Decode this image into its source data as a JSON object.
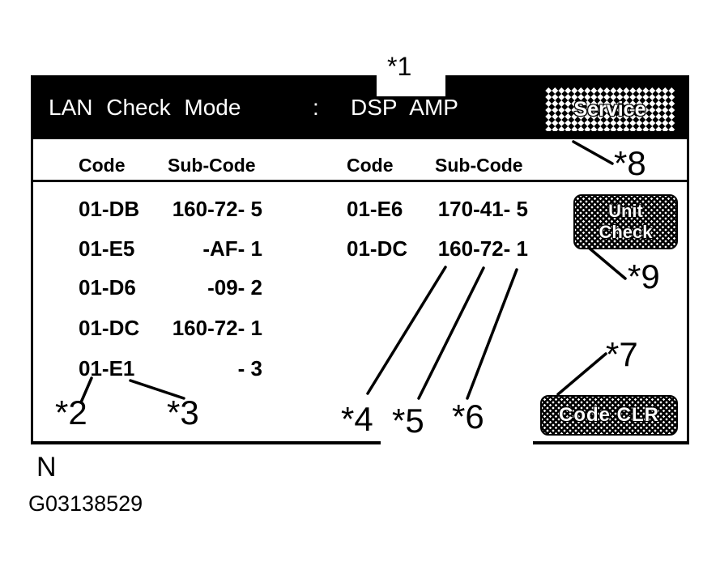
{
  "colors": {
    "bar_bg": "#000000",
    "bar_text": "#ffffff",
    "line_color": "#000000"
  },
  "header": {
    "title": "LAN Check Mode",
    "separator": ":",
    "device": "DSP AMP"
  },
  "columns": {
    "code": "Code",
    "sub_code": "Sub-Code"
  },
  "table": {
    "rows": [
      {
        "l_code": "01-DB",
        "l_sub": "160-72- 5",
        "r_code": "01-E6",
        "r_sub": "170-41- 5"
      },
      {
        "l_code": "01-E5",
        "l_sub": "-AF- 1",
        "r_code": "01-DC",
        "r_sub": "160-72- 1"
      },
      {
        "l_code": "01-D6",
        "l_sub": "-09- 2",
        "r_code": "",
        "r_sub": ""
      },
      {
        "l_code": "01-DC",
        "l_sub": "160-72- 1",
        "r_code": "",
        "r_sub": ""
      },
      {
        "l_code": "01-E1",
        "l_sub": "- 3",
        "r_code": "",
        "r_sub": ""
      }
    ]
  },
  "buttons": {
    "service": "Service",
    "unit_check_line1": "Unit",
    "unit_check_line2": "Check",
    "code_clr": "Code CLR"
  },
  "callouts": {
    "c1": "*1",
    "c2": "*2",
    "c3": "*3",
    "c4": "*4",
    "c5": "*5",
    "c6": "*6",
    "c7": "*7",
    "c8": "*8",
    "c9": "*9"
  },
  "footer": {
    "marker": "N",
    "figure_id": "G03138529"
  }
}
